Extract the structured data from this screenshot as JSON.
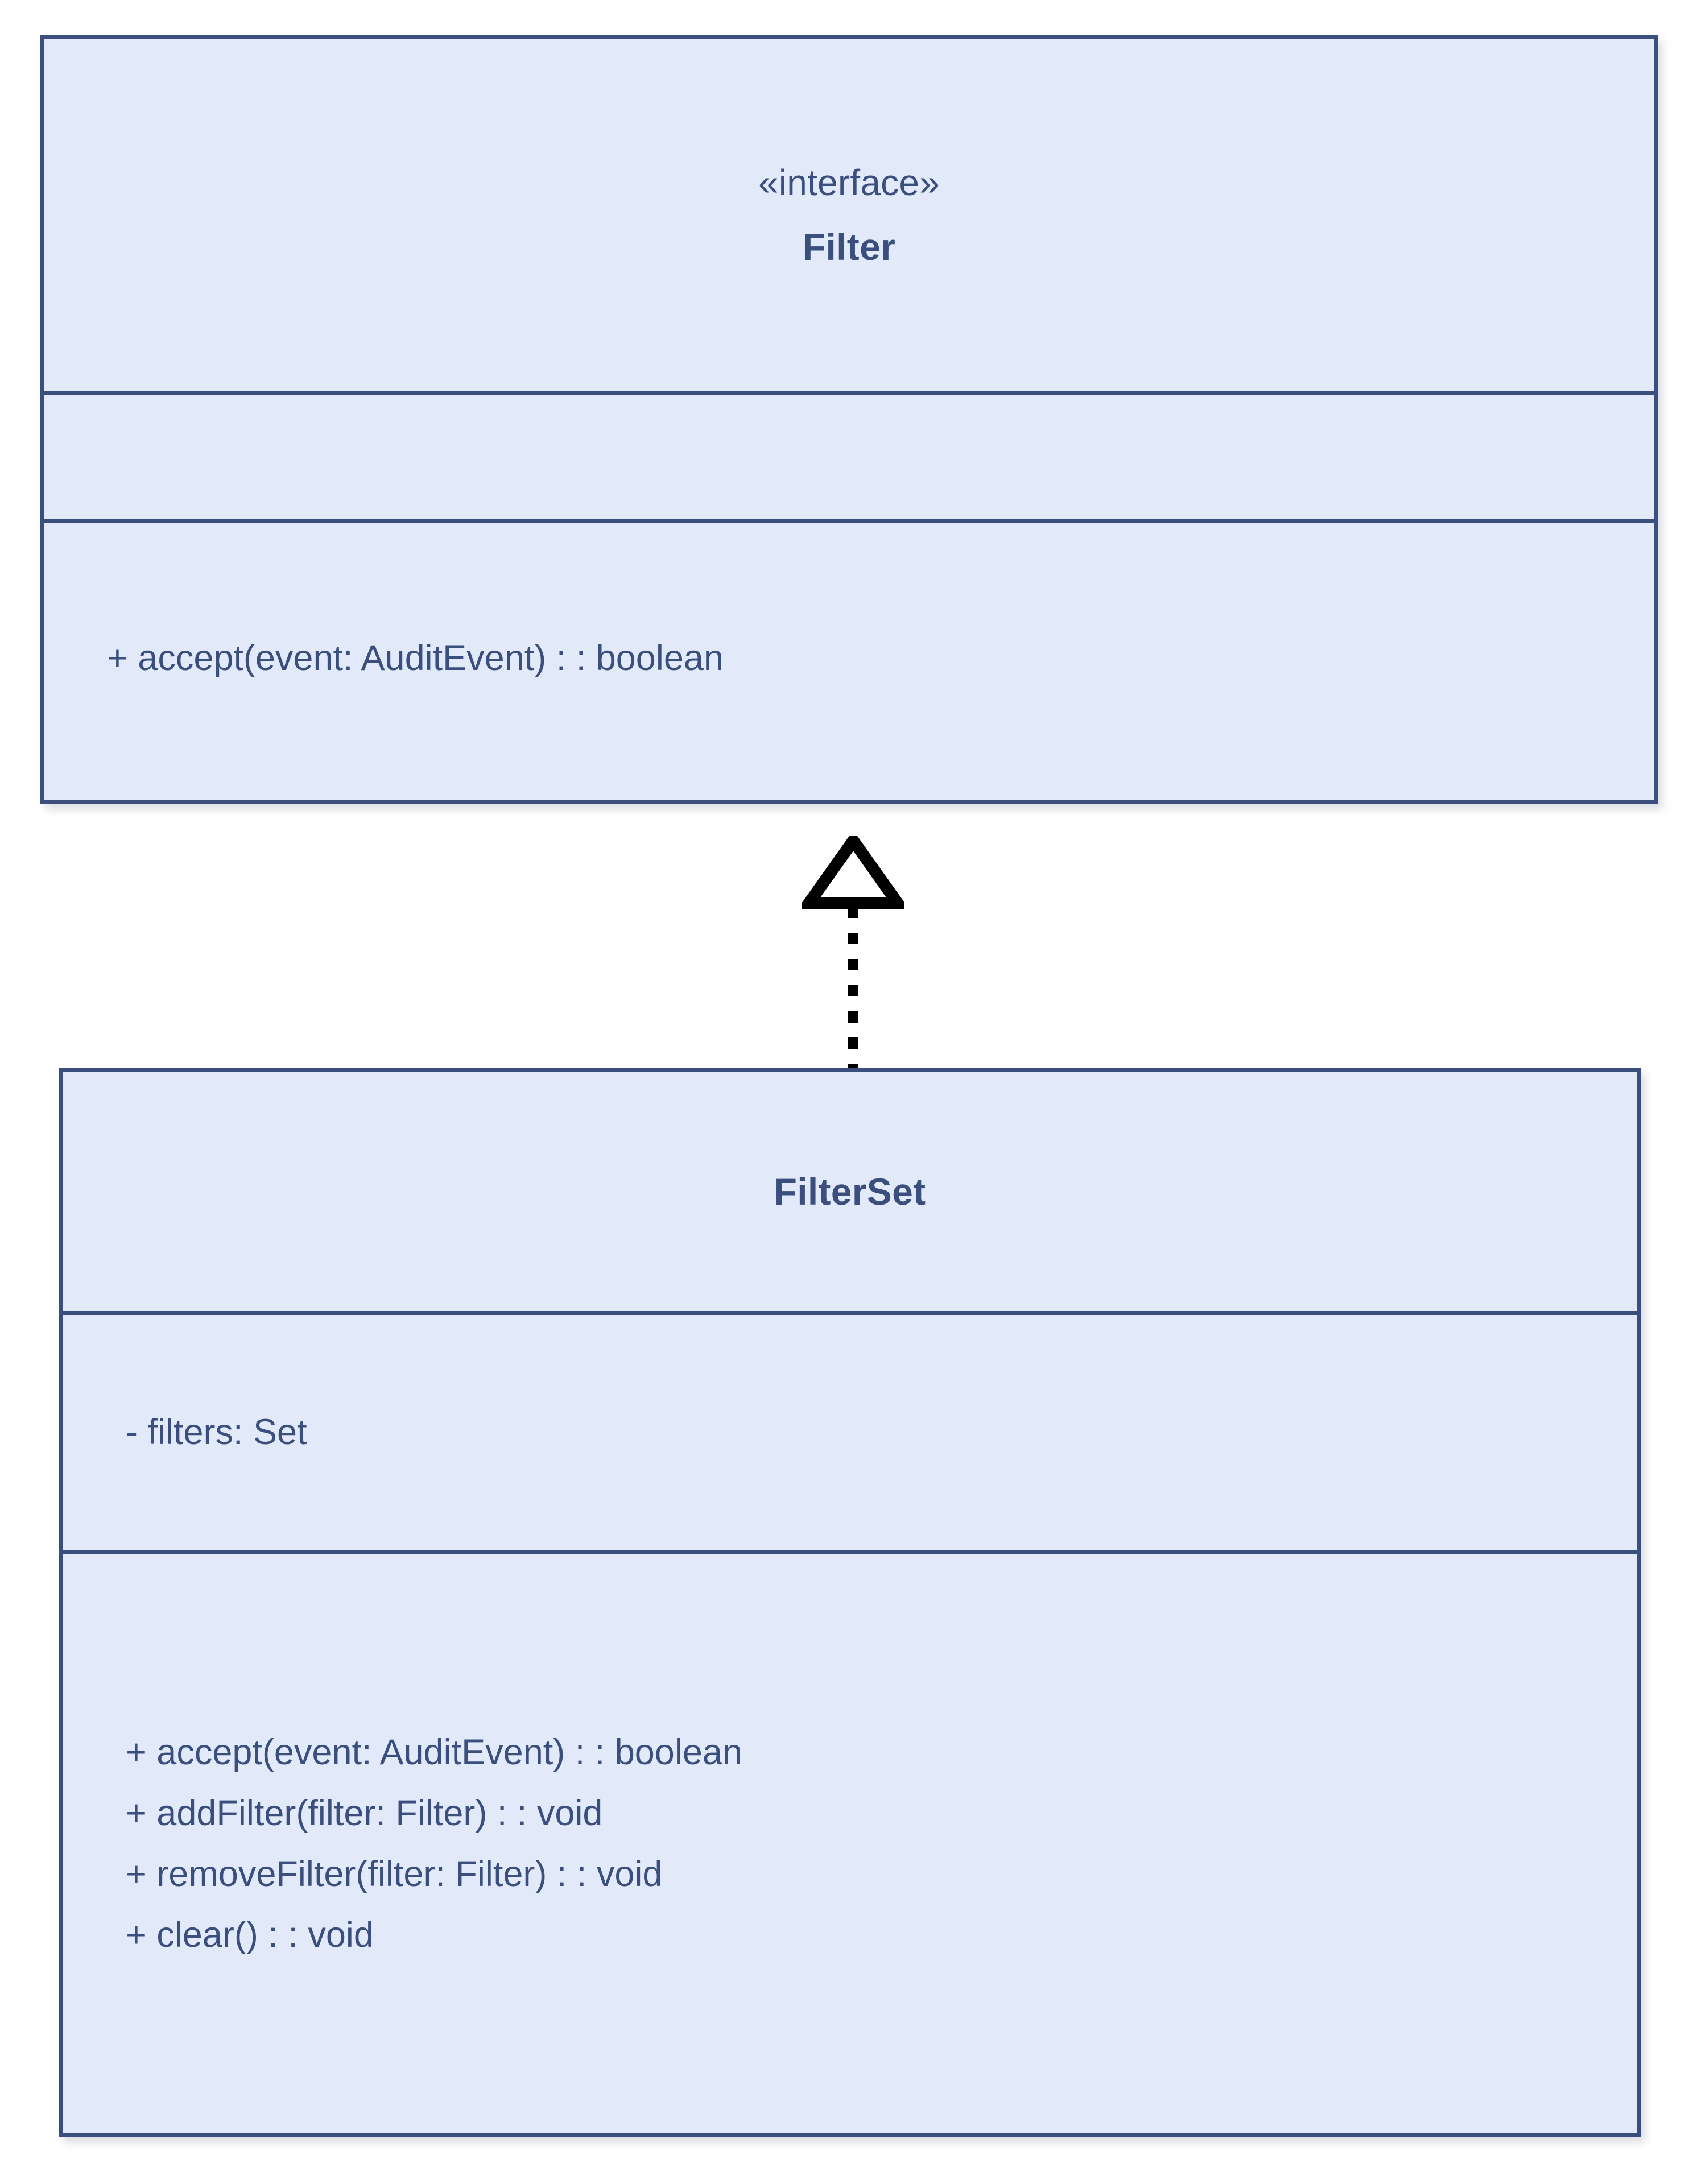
{
  "diagram": {
    "type": "uml-class-diagram",
    "background_color": "#ffffff",
    "box_fill_color": "#e2eaf9",
    "box_border_color": "#3a4f7d",
    "text_color": "#3a4f7d",
    "connector_color": "#000000"
  },
  "classes": [
    {
      "id": "filter",
      "stereotype": "«interface»",
      "name": "Filter",
      "attributes": [],
      "operations": [
        "+ accept(event: AuditEvent) : : boolean"
      ]
    },
    {
      "id": "filterset",
      "stereotype": "",
      "name": "FilterSet",
      "attributes": [
        "- filters: Set"
      ],
      "operations": [
        "+ accept(event: AuditEvent) : : boolean",
        "+ addFilter(filter: Filter) : : void",
        "+ removeFilter(filter: Filter) : : void",
        "+ clear() : : void"
      ]
    }
  ],
  "relationships": [
    {
      "id": "filterset-realizes-filter",
      "kind": "realization",
      "source": "FilterSet",
      "target": "Filter",
      "line_style": "dotted",
      "arrow_head": "hollow-triangle"
    }
  ]
}
